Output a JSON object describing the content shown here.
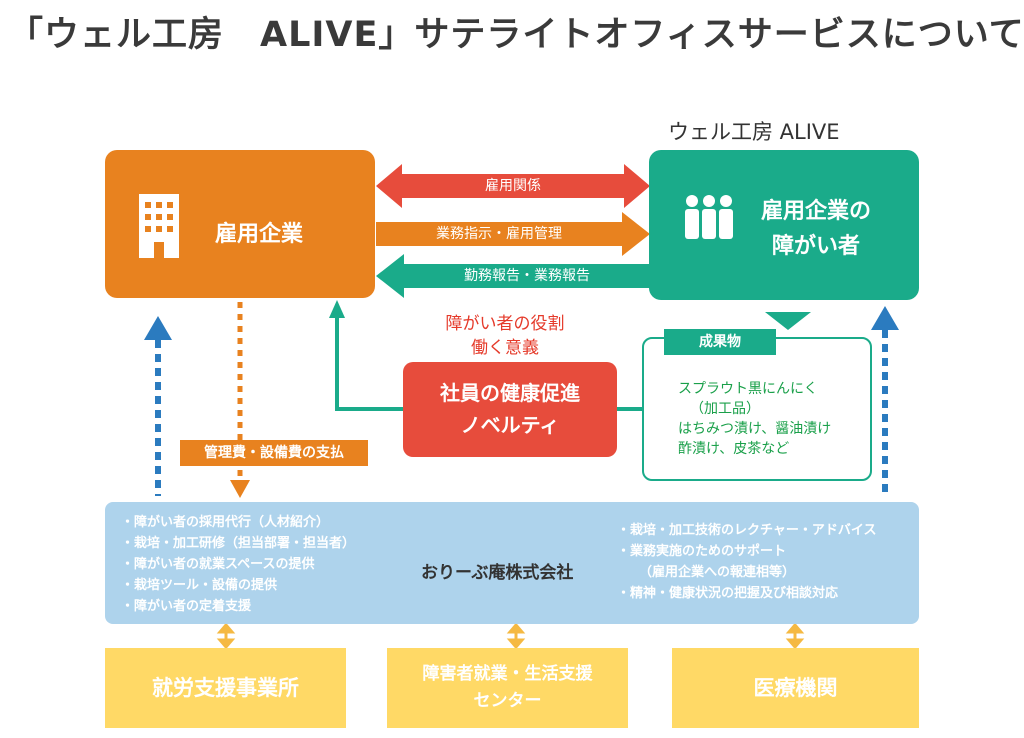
{
  "title": "「ウェル工房　ALIVE」サテライトオフィスサービスについて",
  "brand": {
    "text": "ウェル工房 ALIVE"
  },
  "employer": {
    "label": "雇用企業"
  },
  "disabled": {
    "line1": "雇用企業の",
    "line2": "障がい者"
  },
  "arrows": {
    "relation": "雇用関係",
    "instructions": "業務指示・雇用管理",
    "reports": "勤務報告・業務報告"
  },
  "role": {
    "line1": "障がい者の役割",
    "line2": "働く意義"
  },
  "health": {
    "line1": "社員の健康促進",
    "line2": "ノベルティ"
  },
  "product": {
    "tag": "成果物",
    "items": [
      "スプラウト黒にんにく",
      "（加工品）",
      "はちみつ漬け、醤油漬け",
      "酢漬け、皮茶など"
    ]
  },
  "fee": {
    "label": "管理費・設備費の支払"
  },
  "olive": {
    "name": "おりーぶ庵株式会社",
    "left_items": [
      "障がい者の採用代行（人材紹介）",
      "栽培・加工研修（担当部署・担当者）",
      "障がい者の就業スペースの提供",
      "栽培ツール・設備の提供",
      "障がい者の定着支援"
    ],
    "right_items": [
      "栽培・加工技術のレクチャー・アドバイス",
      "業務実施のためのサポート",
      "（雇用企業への報連相等）",
      "精神・健康状況の把握及び相談対応"
    ]
  },
  "partners": {
    "employment_support": "就労支援事業所",
    "life_center_line1": "障害者就業・生活支援",
    "life_center_line2": "センター",
    "medical": "医療機関"
  },
  "colors": {
    "orange": "#e8821f",
    "green": "#1aab8a",
    "red": "#e74c3c",
    "blue": "#2b7bbf",
    "light_blue": "#aed3ec",
    "yellow": "#ffd966"
  }
}
